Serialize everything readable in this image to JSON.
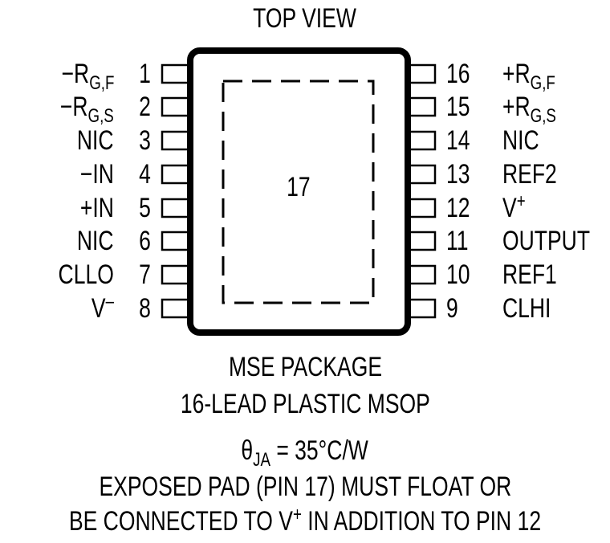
{
  "title": "TOP VIEW",
  "package": {
    "exposed_pad_label": "17",
    "left_pins": [
      {
        "num": "1",
        "name": "−R",
        "sub": "G,F",
        "sup": ""
      },
      {
        "num": "2",
        "name": "−R",
        "sub": "G,S",
        "sup": ""
      },
      {
        "num": "3",
        "name": "NIC",
        "sub": "",
        "sup": ""
      },
      {
        "num": "4",
        "name": "−IN",
        "sub": "",
        "sup": ""
      },
      {
        "num": "5",
        "name": "+IN",
        "sub": "",
        "sup": ""
      },
      {
        "num": "6",
        "name": "NIC",
        "sub": "",
        "sup": ""
      },
      {
        "num": "7",
        "name": "CLLO",
        "sub": "",
        "sup": ""
      },
      {
        "num": "8",
        "name": "V",
        "sub": "",
        "sup": "–"
      }
    ],
    "right_pins": [
      {
        "num": "16",
        "name": "+R",
        "sub": "G,F",
        "sup": ""
      },
      {
        "num": "15",
        "name": "+R",
        "sub": "G,S",
        "sup": ""
      },
      {
        "num": "14",
        "name": "NIC",
        "sub": "",
        "sup": ""
      },
      {
        "num": "13",
        "name": "REF2",
        "sub": "",
        "sup": ""
      },
      {
        "num": "12",
        "name": "V",
        "sub": "",
        "sup": "+"
      },
      {
        "num": "11",
        "name": "OUTPUT",
        "sub": "",
        "sup": ""
      },
      {
        "num": "10",
        "name": "REF1",
        "sub": "",
        "sup": ""
      },
      {
        "num": "9",
        "name": "CLHI",
        "sub": "",
        "sup": ""
      }
    ]
  },
  "captions": {
    "package_name": "MSE PACKAGE",
    "package_desc": "16-LEAD PLASTIC MSOP",
    "theta_symbol": "θ",
    "theta_sub": "JA",
    "theta_value": " = 35°C/W",
    "note_line1": "EXPOSED PAD (PIN 17) MUST FLOAT OR",
    "note_line2_a": "BE CONNECTED TO V",
    "note_line2_sup": "+",
    "note_line2_b": " IN ADDITION TO PIN 12"
  }
}
